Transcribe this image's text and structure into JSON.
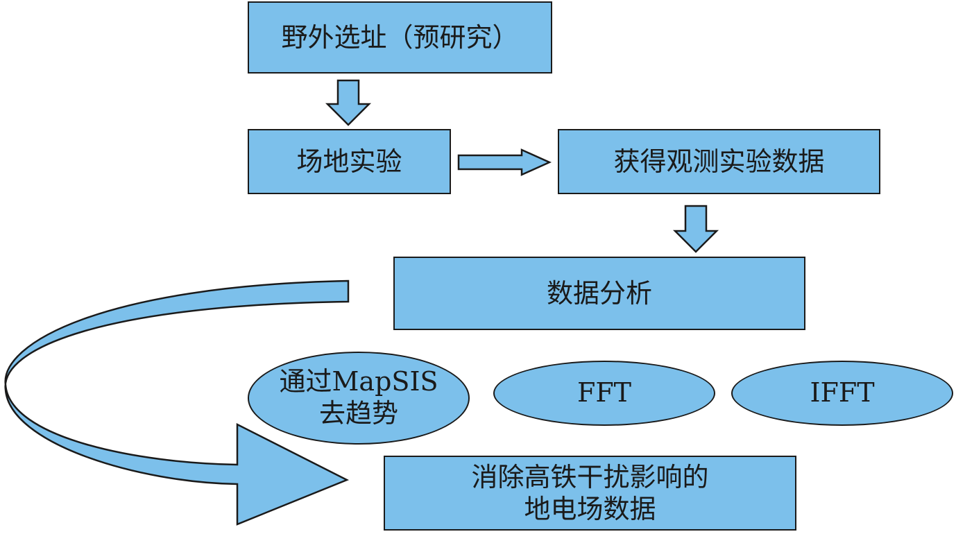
{
  "colors": {
    "fill": "#7cc0eb",
    "stroke": "#1a1a1a"
  },
  "nodes": {
    "site_selection": "野外选址（预研究）",
    "field_experiment": "场地实验",
    "observation_data": "获得观测实验数据",
    "data_analysis": "数据分析",
    "mapsis_detrend_line1": "通过MapSIS",
    "mapsis_detrend_line2": "去趋势",
    "fft": "FFT",
    "ifft": "IFFT",
    "result_line1": "消除高铁干扰影响的",
    "result_line2": "地电场数据"
  },
  "edges": [
    {
      "from": "site_selection",
      "to": "field_experiment"
    },
    {
      "from": "field_experiment",
      "to": "observation_data"
    },
    {
      "from": "observation_data",
      "to": "data_analysis"
    },
    {
      "from": "data_analysis",
      "to": "result"
    }
  ]
}
